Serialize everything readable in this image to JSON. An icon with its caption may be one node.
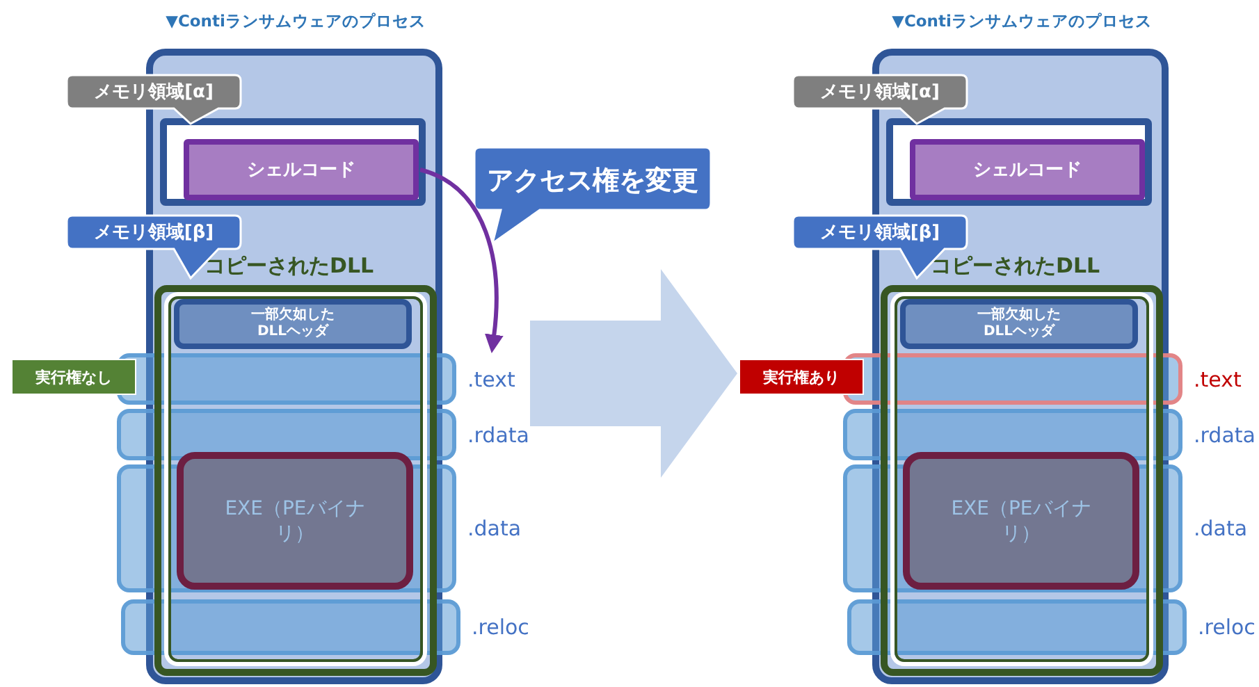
{
  "diagram": {
    "nodes": [
      {
        "text": [
          "▼Contiランサムウェアのプロセス"
        ]
      },
      {
        "text": [
          "メモリ領域[α]"
        ]
      },
      {
        "text": [],
        "shape": "box",
        "in": 0
      },
      {
        "text": [
          "シェルコード"
        ],
        "in": 2
      },
      {
        "text": [
          "メモリ領域[β]"
        ]
      },
      {
        "text": [
          "コピーされたDLL"
        ],
        "in": 0
      },
      {
        "text": [
          "一部欠如したDLLヘッダ"
        ],
        "in": 5
      },
      {
        "text": [
          "EXE（PEバイナリ）"
        ],
        "in": 5
      },
      {
        "text": [
          ".text"
        ]
      },
      {
        "text": [
          ".rdata"
        ]
      },
      {
        "text": [
          ".data"
        ]
      },
      {
        "text": [
          ".reloc"
        ]
      },
      {
        "text": [
          "実行権なし"
        ]
      },
      {
        "text": [
          "アクセス権を変更"
        ]
      },
      {
        "text": [
          "▼Contiランサムウェアのプロセス"
        ]
      },
      {
        "text": [
          "メモリ領域[α]"
        ]
      },
      {
        "text": [],
        "shape": "box",
        "in": 14
      },
      {
        "text": [
          "シェルコード"
        ],
        "in": 16
      },
      {
        "text": [
          "メモリ領域[β]"
        ]
      },
      {
        "text": [
          "コピーされたDLL"
        ],
        "in": 14
      },
      {
        "text": [
          "一部欠如したDLLヘッダ"
        ],
        "in": 19
      },
      {
        "text": [
          "EXE（PEバイナリ）"
        ],
        "in": 19
      },
      {
        "text": [
          ".text"
        ]
      },
      {
        "text": [
          ".rdata"
        ]
      },
      {
        "text": [
          ".data"
        ]
      },
      {
        "text": [
          ".reloc"
        ]
      },
      {
        "text": [
          "実行権あり"
        ]
      }
    ],
    "edges": [
      {
        "from": 3,
        "to": 8,
        "arrow": "to",
        "color": "#7030a0"
      },
      {
        "from": 8,
        "to": 26,
        "arrow": "to",
        "style": "thick",
        "color": "#c5d5ec"
      }
    ]
  }
}
